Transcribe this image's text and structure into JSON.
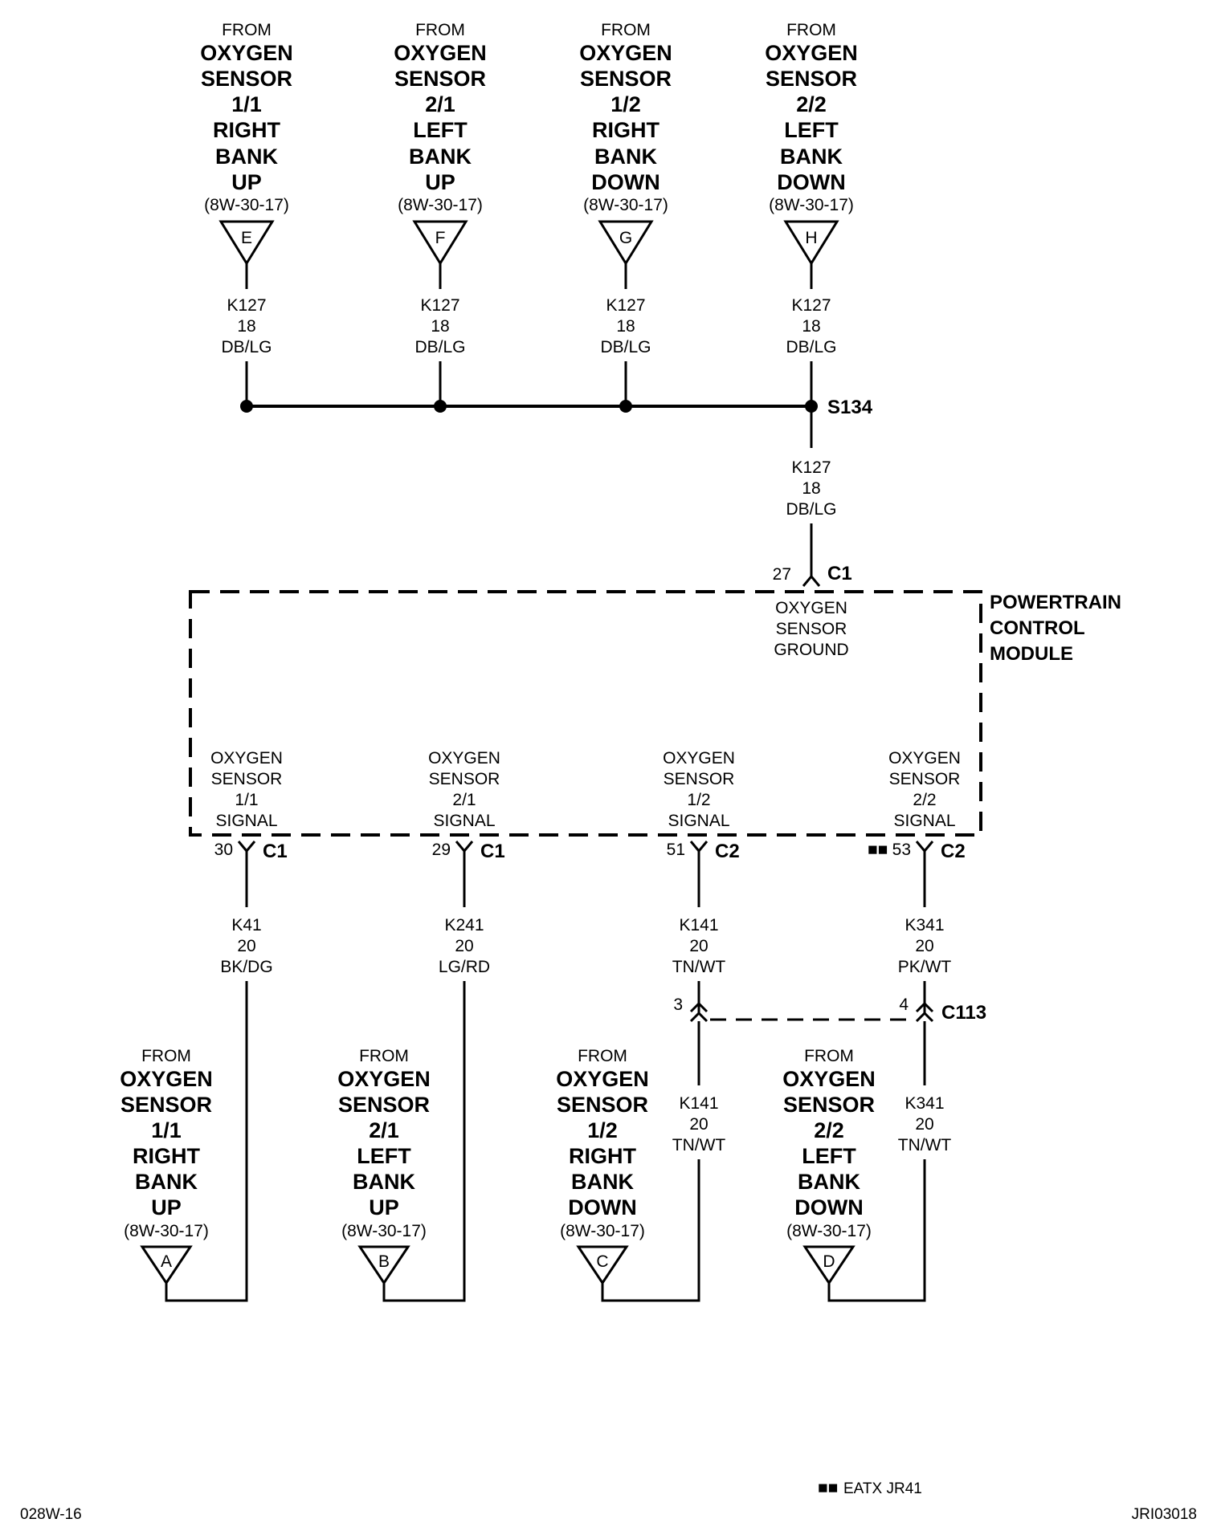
{
  "top_sources": [
    {
      "prefix": "FROM",
      "lines": [
        "OXYGEN",
        "SENSOR",
        "1/1",
        "RIGHT",
        "BANK",
        "UP"
      ],
      "ref": "(8W-30-17)",
      "connector": "E",
      "wire": {
        "circuit": "K127",
        "gauge": "18",
        "color": "DB/LG"
      }
    },
    {
      "prefix": "FROM",
      "lines": [
        "OXYGEN",
        "SENSOR",
        "2/1",
        "LEFT",
        "BANK",
        "UP"
      ],
      "ref": "(8W-30-17)",
      "connector": "F",
      "wire": {
        "circuit": "K127",
        "gauge": "18",
        "color": "DB/LG"
      }
    },
    {
      "prefix": "FROM",
      "lines": [
        "OXYGEN",
        "SENSOR",
        "1/2",
        "RIGHT",
        "BANK",
        "DOWN"
      ],
      "ref": "(8W-30-17)",
      "connector": "G",
      "wire": {
        "circuit": "K127",
        "gauge": "18",
        "color": "DB/LG"
      }
    },
    {
      "prefix": "FROM",
      "lines": [
        "OXYGEN",
        "SENSOR",
        "2/2",
        "LEFT",
        "BANK",
        "DOWN"
      ],
      "ref": "(8W-30-17)",
      "connector": "H",
      "wire": {
        "circuit": "K127",
        "gauge": "18",
        "color": "DB/LG"
      }
    }
  ],
  "splice": {
    "label": "S134"
  },
  "ground_wire": {
    "circuit": "K127",
    "gauge": "18",
    "color": "DB/LG",
    "pin": "27",
    "connector": "C1"
  },
  "module": {
    "name_lines": [
      "POWERTRAIN",
      "CONTROL",
      "MODULE"
    ],
    "ground_lines": [
      "OXYGEN",
      "SENSOR",
      "GROUND"
    ],
    "signals": [
      {
        "lines": [
          "OXYGEN",
          "SENSOR",
          "1/1",
          "SIGNAL"
        ],
        "pin": "30",
        "connector": "C1",
        "marker": ""
      },
      {
        "lines": [
          "OXYGEN",
          "SENSOR",
          "2/1",
          "SIGNAL"
        ],
        "pin": "29",
        "connector": "C1",
        "marker": ""
      },
      {
        "lines": [
          "OXYGEN",
          "SENSOR",
          "1/2",
          "SIGNAL"
        ],
        "pin": "51",
        "connector": "C2",
        "marker": ""
      },
      {
        "lines": [
          "OXYGEN",
          "SENSOR",
          "2/2",
          "SIGNAL"
        ],
        "pin": "53",
        "connector": "C2",
        "marker": "■■"
      }
    ]
  },
  "signal_wires": [
    {
      "circuit": "K41",
      "gauge": "20",
      "color": "BK/DG"
    },
    {
      "circuit": "K241",
      "gauge": "20",
      "color": "LG/RD"
    },
    {
      "circuit": "K141",
      "gauge": "20",
      "color": "TN/WT"
    },
    {
      "circuit": "K341",
      "gauge": "20",
      "color": "PK/WT"
    }
  ],
  "inline_connector": {
    "label": "C113",
    "pins": [
      "3",
      "4"
    ],
    "lower_wires": [
      {
        "circuit": "K141",
        "gauge": "20",
        "color": "TN/WT"
      },
      {
        "circuit": "K341",
        "gauge": "20",
        "color": "TN/WT"
      }
    ]
  },
  "bottom_sources": [
    {
      "prefix": "FROM",
      "lines": [
        "OXYGEN",
        "SENSOR",
        "1/1",
        "RIGHT",
        "BANK",
        "UP"
      ],
      "ref": "(8W-30-17)",
      "connector": "A"
    },
    {
      "prefix": "FROM",
      "lines": [
        "OXYGEN",
        "SENSOR",
        "2/1",
        "LEFT",
        "BANK",
        "UP"
      ],
      "ref": "(8W-30-17)",
      "connector": "B"
    },
    {
      "prefix": "FROM",
      "lines": [
        "OXYGEN",
        "SENSOR",
        "1/2",
        "RIGHT",
        "BANK",
        "DOWN"
      ],
      "ref": "(8W-30-17)",
      "connector": "C"
    },
    {
      "prefix": "FROM",
      "lines": [
        "OXYGEN",
        "SENSOR",
        "2/2",
        "LEFT",
        "BANK",
        "DOWN"
      ],
      "ref": "(8W-30-17)",
      "connector": "D"
    }
  ],
  "footer": {
    "left_code": "028W-16",
    "legend_marker": "■■",
    "legend_text": "EATX JR41",
    "right_code": "JRI03018"
  }
}
